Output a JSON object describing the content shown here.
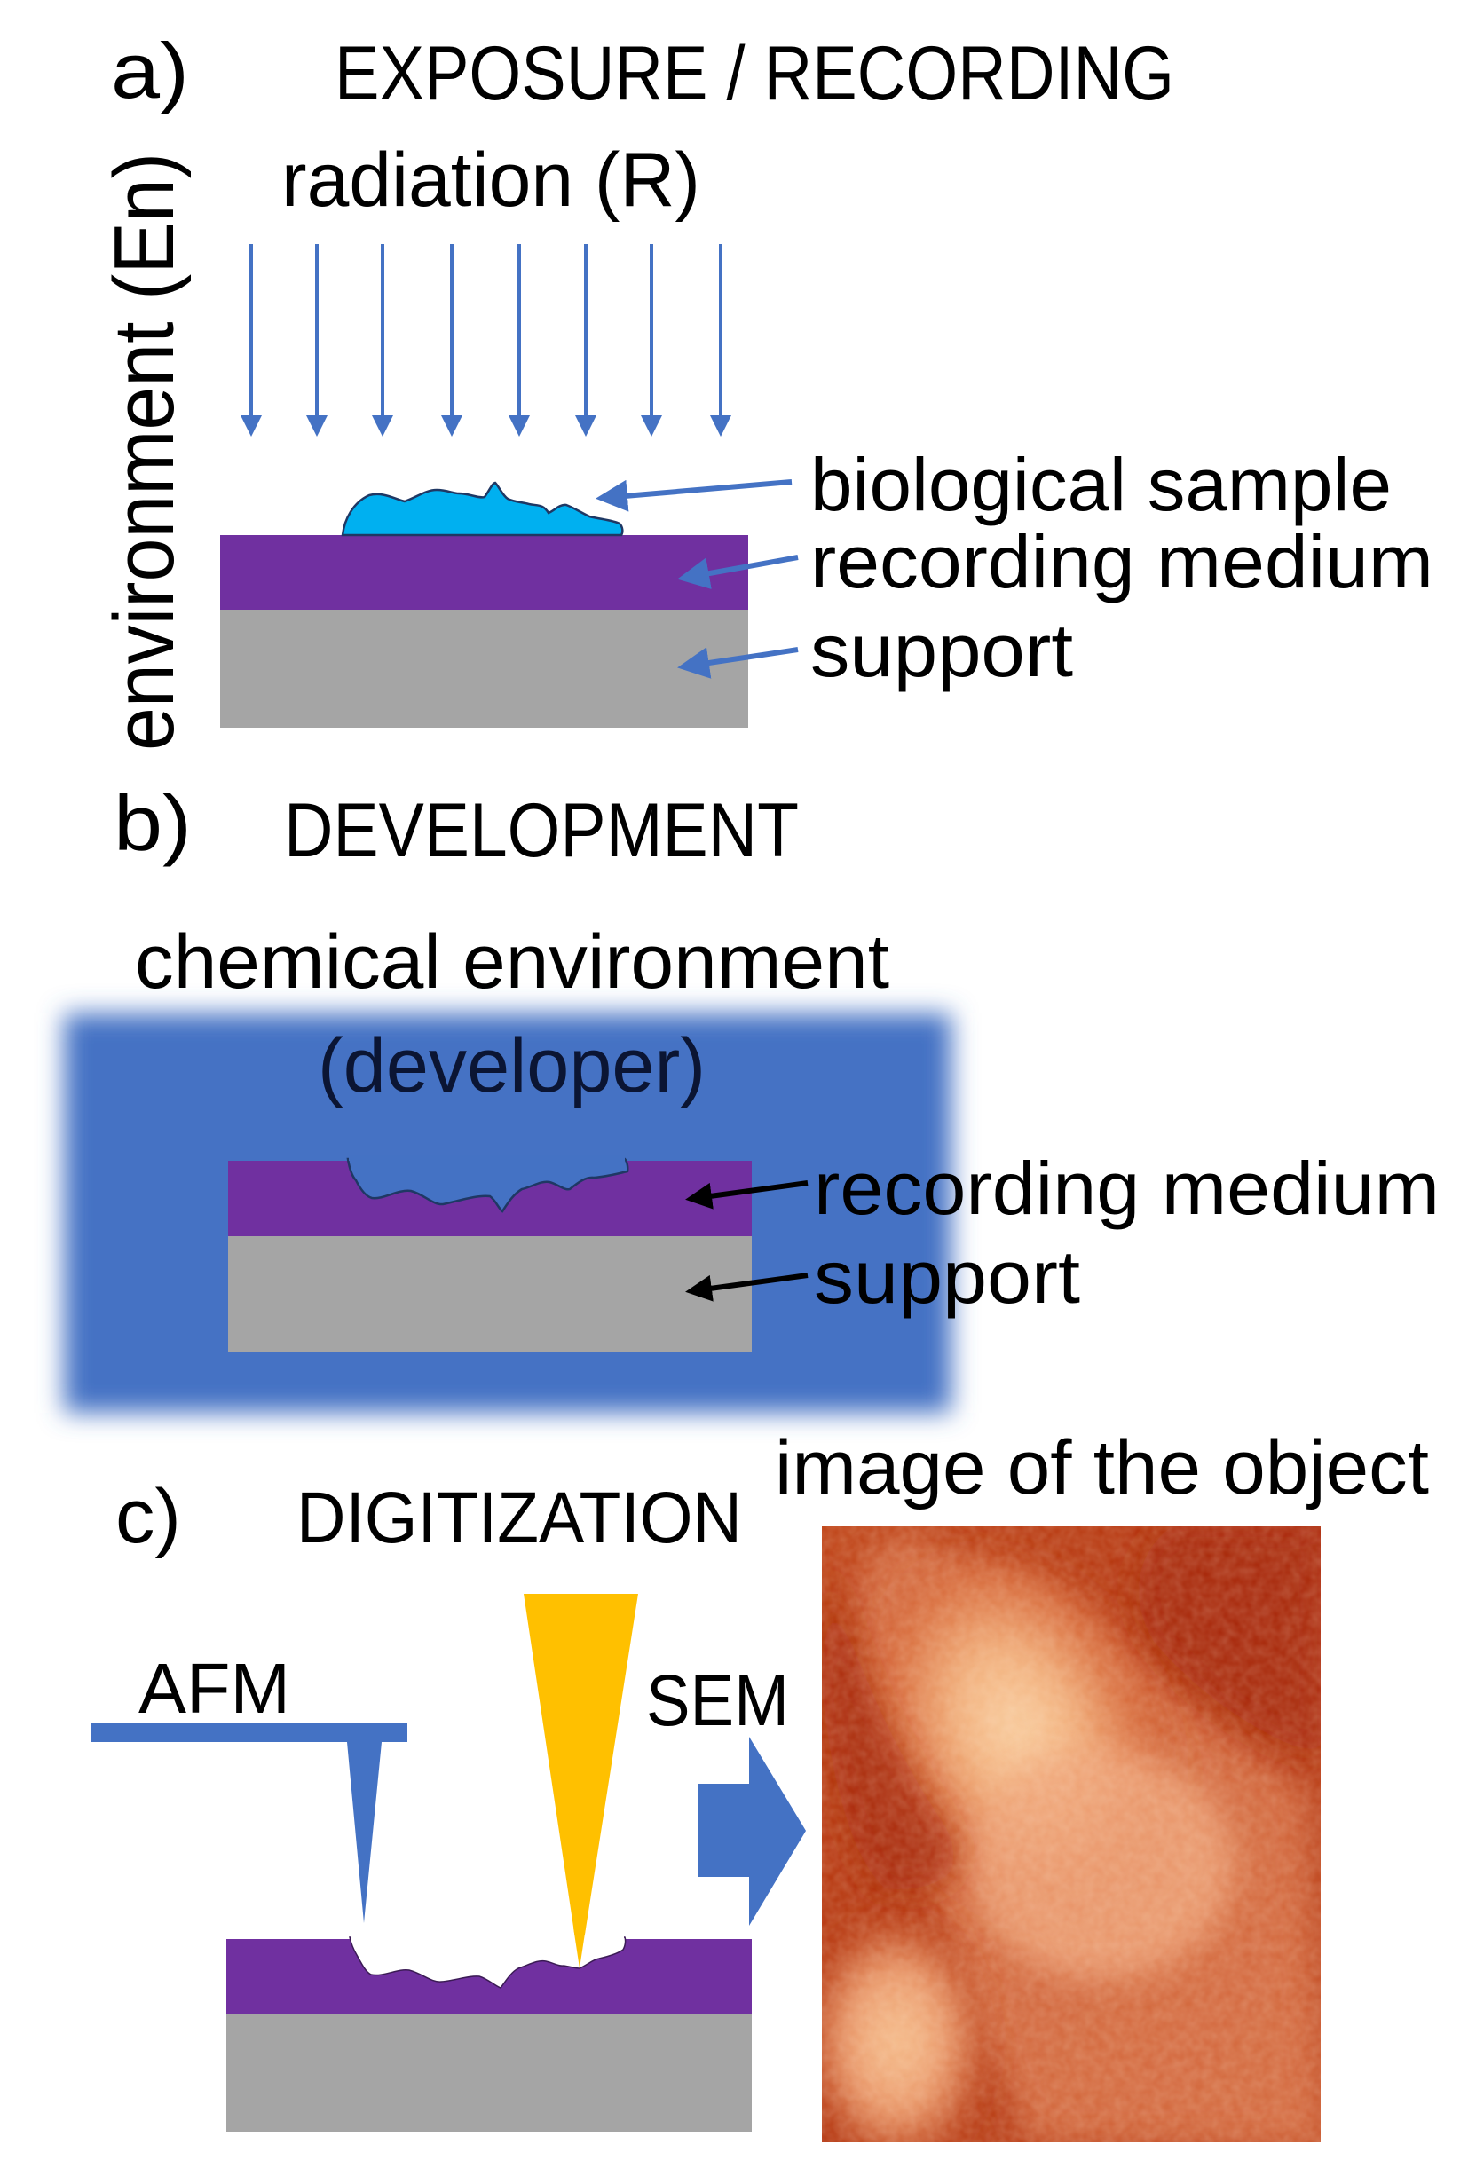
{
  "colors": {
    "arrow_blue": "#4472C4",
    "sample_cyan": "#00B0F0",
    "recording_purple": "#7030A0",
    "support_gray": "#A5A5A5",
    "developer_blue": "#4472C4",
    "sem_beam_yellow": "#FFC000",
    "afm_image_dark": "#A82A08",
    "afm_image_light": "#F7C89A",
    "text": "#000000"
  },
  "panel_a": {
    "letter": "a)",
    "title": "EXPOSURE / RECORDING",
    "radiation_label": "radiation (R)",
    "environment_label": "environment (En)",
    "radiation_arrow_count": 8,
    "labels": {
      "sample": "biological sample",
      "medium": "recording medium",
      "support": "support"
    }
  },
  "panel_b": {
    "letter": "b)",
    "title": "DEVELOPMENT",
    "environment_label": "chemical environment",
    "developer_label": "(developer)",
    "labels": {
      "medium": "recording medium",
      "support": "support"
    }
  },
  "panel_c": {
    "letter": "c)",
    "title": "DIGITIZATION",
    "afm_label": "AFM",
    "sem_label": "SEM",
    "image_label": "image of the object"
  }
}
